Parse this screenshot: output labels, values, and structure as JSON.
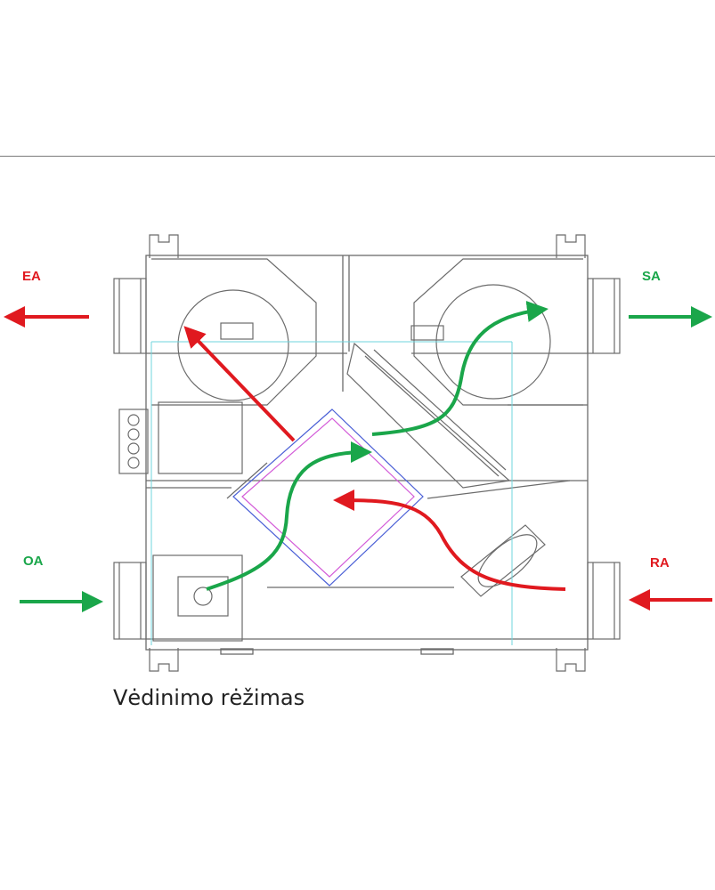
{
  "labels": {
    "exhaust_air": "EA",
    "supply_air": "SA",
    "outdoor_air": "OA",
    "return_air": "RA"
  },
  "caption": "Vėdinimo rėžimas",
  "colors": {
    "exhaust_return": "#e0191f",
    "supply_outdoor": "#1aa64a",
    "outline": "#6b6b6b",
    "cyan_line": "#6fd6dc",
    "magenta_line": "#d35bd8",
    "blue_line": "#4a5fd6"
  }
}
